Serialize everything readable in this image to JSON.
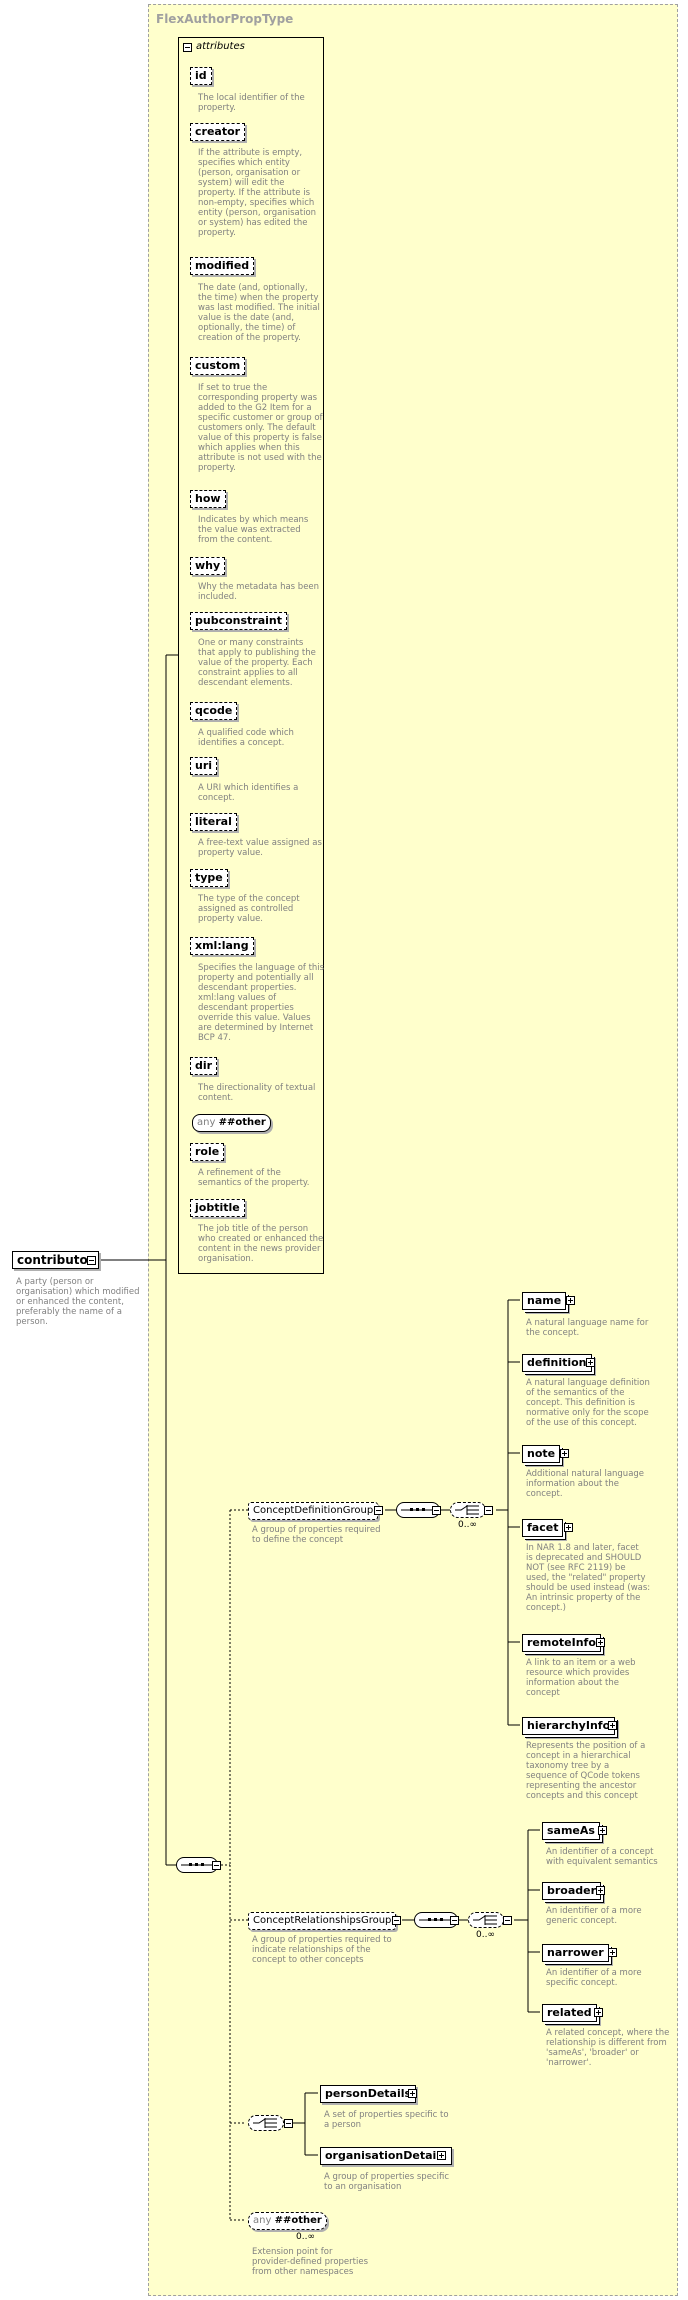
{
  "type_name": "FlexAuthorPropType",
  "attributes_label": "attributes",
  "attributes": [
    {
      "name": "id",
      "desc": "The local identifier of the\nproperty."
    },
    {
      "name": "creator",
      "desc": "If the attribute is empty,\nspecifies which entity\n(person, organisation or\nsystem) will edit the\nproperty. If the attribute is\nnon-empty, specifies which\nentity (person, organisation\nor system) has edited the\nproperty."
    },
    {
      "name": "modified",
      "desc": "The date (and, optionally,\nthe time) when the property\nwas last modified. The initial\nvalue is the date (and,\noptionally, the time) of\ncreation of the property."
    },
    {
      "name": "custom",
      "desc": "If set to true the\ncorresponding property was\nadded to the G2 Item for a\nspecific customer or group of\ncustomers only. The default\nvalue of this property is false\nwhich applies when this\nattribute is not used with the\nproperty."
    },
    {
      "name": "how",
      "desc": "Indicates by which means\nthe value was extracted\nfrom the content."
    },
    {
      "name": "why",
      "desc": "Why the metadata has been\nincluded."
    },
    {
      "name": "pubconstraint",
      "desc": "One or many constraints\nthat apply to publishing the\nvalue of the property. Each\nconstraint applies to all\ndescendant elements."
    },
    {
      "name": "qcode",
      "desc": "A qualified code which\nidentifies a concept."
    },
    {
      "name": "uri",
      "desc": "A URI which identifies a\nconcept."
    },
    {
      "name": "literal",
      "desc": "A free-text value assigned as\nproperty value."
    },
    {
      "name": "type",
      "desc": "The type of the concept\nassigned as controlled\nproperty value."
    },
    {
      "name": "xml:lang",
      "desc": "Specifies the language of this\nproperty and potentially all\ndescendant properties.\nxml:lang values of\ndescendant properties\noverride this value. Values\nare determined by Internet\nBCP 47."
    },
    {
      "name": "dir",
      "desc": "The directionality of textual\ncontent."
    },
    {
      "name": "any ##other",
      "kw": "any",
      "val": "##other",
      "desc": ""
    },
    {
      "name": "role",
      "desc": "A refinement of the\nsemantics of the property."
    },
    {
      "name": "jobtitle",
      "desc": "The job title of the person\nwho created or enhanced the\ncontent in the news provider\norganisation."
    }
  ],
  "root": {
    "name": "contributor",
    "desc": "A party (person or\norganisation) which modified\nor enhanced the content,\npreferably the name of a\nperson."
  },
  "concept_definition_group": {
    "name": "ConceptDefinitionGroup",
    "desc": "A group of properties required\nto define the concept",
    "occurs": "0..∞",
    "elements": [
      {
        "name": "name",
        "desc": "A natural language name for\nthe concept."
      },
      {
        "name": "definition",
        "desc": "A natural language definition\nof the semantics of the\nconcept. This definition is\nnormative only for the scope\nof the use of this concept."
      },
      {
        "name": "note",
        "desc": "Additional natural language\ninformation about the\nconcept."
      },
      {
        "name": "facet",
        "desc": "In NAR 1.8 and later, facet\nis deprecated and SHOULD\nNOT (see RFC 2119) be\nused, the \"related\" property\nshould be used instead (was:\nAn intrinsic property of the\nconcept.)"
      },
      {
        "name": "remoteInfo",
        "desc": "A link to an item or a web\nresource which provides\ninformation about the\nconcept"
      },
      {
        "name": "hierarchyInfo",
        "desc": "Represents the position of a\nconcept in a hierarchical\ntaxonomy tree by a\nsequence of QCode tokens\nrepresenting the ancestor\nconcepts and this concept"
      }
    ]
  },
  "concept_relationships_group": {
    "name": "ConceptRelationshipsGroup",
    "desc": "A group of properties required to\nindicate relationships of the\nconcept to other concepts",
    "occurs": "0..∞",
    "elements": [
      {
        "name": "sameAs",
        "desc": "An identifier of a concept\nwith equivalent semantics"
      },
      {
        "name": "broader",
        "desc": "An identifier of a more\ngeneric concept."
      },
      {
        "name": "narrower",
        "desc": "An identifier of a more\nspecific concept."
      },
      {
        "name": "related",
        "desc": "A related concept, where the\nrelationship is different from\n'sameAs', 'broader' or\n'narrower'."
      }
    ]
  },
  "choice_elements": [
    {
      "name": "personDetails",
      "desc": "A set of properties specific to\na person"
    },
    {
      "name": "organisationDetails",
      "desc": "A group of properties specific\nto an organisation"
    }
  ],
  "any_other": {
    "kw": "any",
    "val": "##other",
    "occurs": "0..∞",
    "desc": "Extension point for\nprovider-defined properties\nfrom other namespaces"
  }
}
